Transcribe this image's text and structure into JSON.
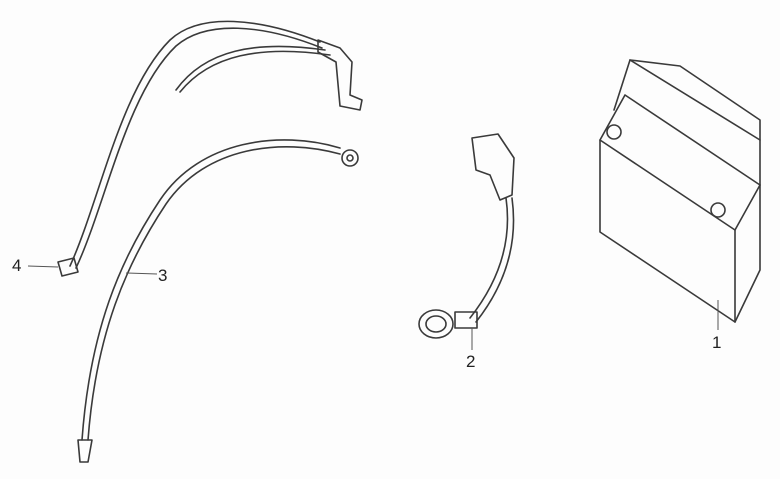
{
  "diagram": {
    "parts": [
      {
        "number": "1",
        "name": "battery"
      },
      {
        "number": "2",
        "name": "negative-cable"
      },
      {
        "number": "3",
        "name": "positive-cable"
      },
      {
        "number": "4",
        "name": "ground-wire-harness"
      }
    ]
  }
}
